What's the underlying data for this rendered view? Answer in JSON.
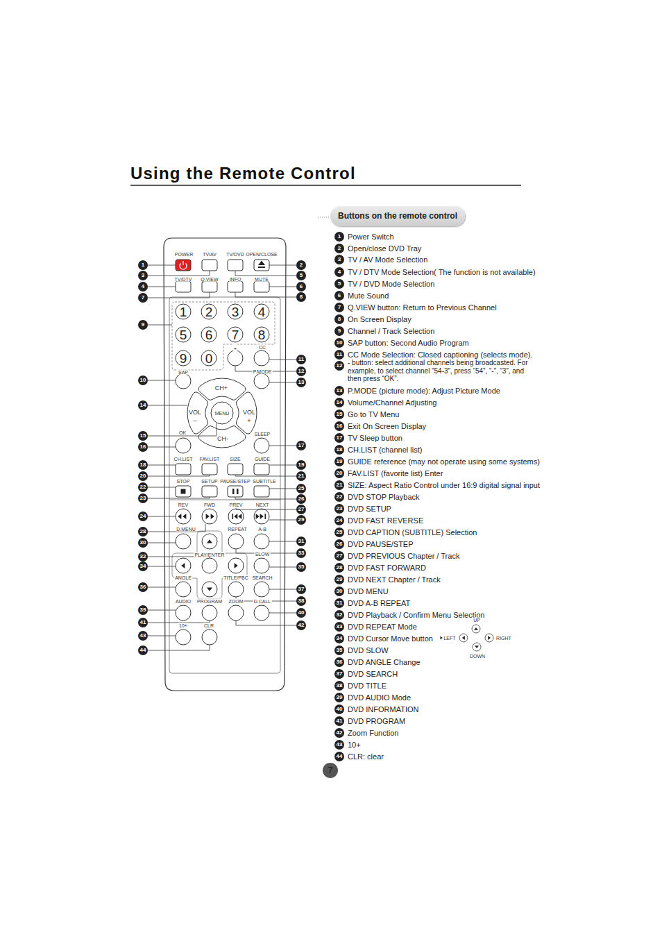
{
  "diagram": {
    "title": "Using the Remote Control",
    "nodes": [
      {
        "text": [
          "Buttons on the remote control"
        ]
      },
      {
        "text": [
          "7"
        ]
      }
    ],
    "labels": [
      "POWER",
      "TV/AV",
      "TV/DVD",
      "OPEN/CLOSE",
      "TV/DTV",
      "Q.VIEW",
      "INFO",
      "MUTE",
      "1",
      "2",
      "3",
      "4",
      "5",
      "6",
      "7",
      "8",
      "9",
      "0",
      "-",
      "CC",
      "SAP",
      "P.MODE",
      "CH+",
      "MENU",
      "VOL",
      "–",
      "VOL",
      "+",
      "CH-",
      "OK",
      "SLEEP",
      "CH.LIST",
      "FAV.LIST",
      "SIZE",
      "GUIDE",
      "STOP",
      "SETUP",
      "PAUSE/STEP",
      "SUBTITLE",
      "REV",
      "FWD",
      "PREV",
      "NEXT",
      "D.MENU",
      "REPEAT",
      "A-B",
      "PLAY/ENTER",
      "SLOW",
      "ANGLE",
      "TITLE/PBC",
      "SEARCH",
      "AUDIO",
      "PROGRAM",
      "ZOOM",
      "D.CALL",
      "10+",
      "CLR",
      "1",
      "2",
      "3",
      "4",
      "5",
      "6",
      "7",
      "8",
      "9",
      "10",
      "11",
      "12",
      "13",
      "14",
      "15",
      "16",
      "17",
      "18",
      "19",
      "20",
      "21",
      "22",
      "23",
      "24",
      "25",
      "26",
      "27",
      "28",
      "29",
      "30",
      "31",
      "32",
      "33",
      "34",
      "35",
      "36",
      "37",
      "38",
      "39",
      "40",
      "41",
      "42",
      "43",
      "44",
      "1",
      "Power Switch",
      "2",
      "Open/close DVD Tray",
      "3",
      "TV / AV Mode Selection",
      "4",
      "TV / DTV Mode Selection( The function is not available)",
      "5",
      "TV / DVD Mode Selection",
      "6",
      "Mute Sound",
      "7",
      "Q.VIEW button: Return to Previous Channel",
      "8",
      "On Screen Display",
      "9",
      "Channel / Track Selection",
      "10",
      "SAP button: Second Audio Program",
      "11",
      "CC Mode Selection: Closed captioning (selects mode).",
      "12",
      "- button: select additional channels being broadcasted. For example, to select channel “54-3”, press “54”, “-”, “3”, and then press “OK”.",
      "13",
      "P.MODE (picture mode): Adjust Picture Mode",
      "14",
      "Volume/Channel Adjusting",
      "15",
      "Go to TV Menu",
      "16",
      "Exit On Screen Display",
      "17",
      "TV Sleep button",
      "18",
      "CH.LIST (channel list)",
      "19",
      "GUIDE reference (may not operate using some systems)",
      "20",
      "FAV.LIST (favorite list) Enter",
      "21",
      "SIZE: Aspect Ratio Control under 16:9 digital signal input",
      "22",
      "DVD STOP Playback",
      "23",
      "DVD SETUP",
      "24",
      "DVD FAST REVERSE",
      "25",
      "DVD CAPTION (SUBTITLE) Selection",
      "26",
      "DVD PAUSE/STEP",
      "27",
      "DVD PREVIOUS Chapter / Track",
      "28",
      "DVD FAST FORWARD",
      "29",
      "DVD NEXT Chapter / Track",
      "30",
      "DVD MENU",
      "31",
      "DVD A-B REPEAT",
      "32",
      "DVD Playback / Confirm Menu Selection",
      "33",
      "DVD REPEAT Mode",
      "34",
      "DVD Cursor Move button",
      "35",
      "DVD SLOW",
      "36",
      "DVD ANGLE Change",
      "37",
      "DVD SEARCH",
      "38",
      "DVD TITLE",
      "39",
      "DVD AUDIO Mode",
      "40",
      "DVD INFORMATION",
      "41",
      "DVD PROGRAM",
      "42",
      "Zoom Function",
      "43",
      "10+",
      "44",
      "CLR: clear",
      "UP",
      "LEFT",
      "RIGHT",
      "DOWN"
    ]
  }
}
